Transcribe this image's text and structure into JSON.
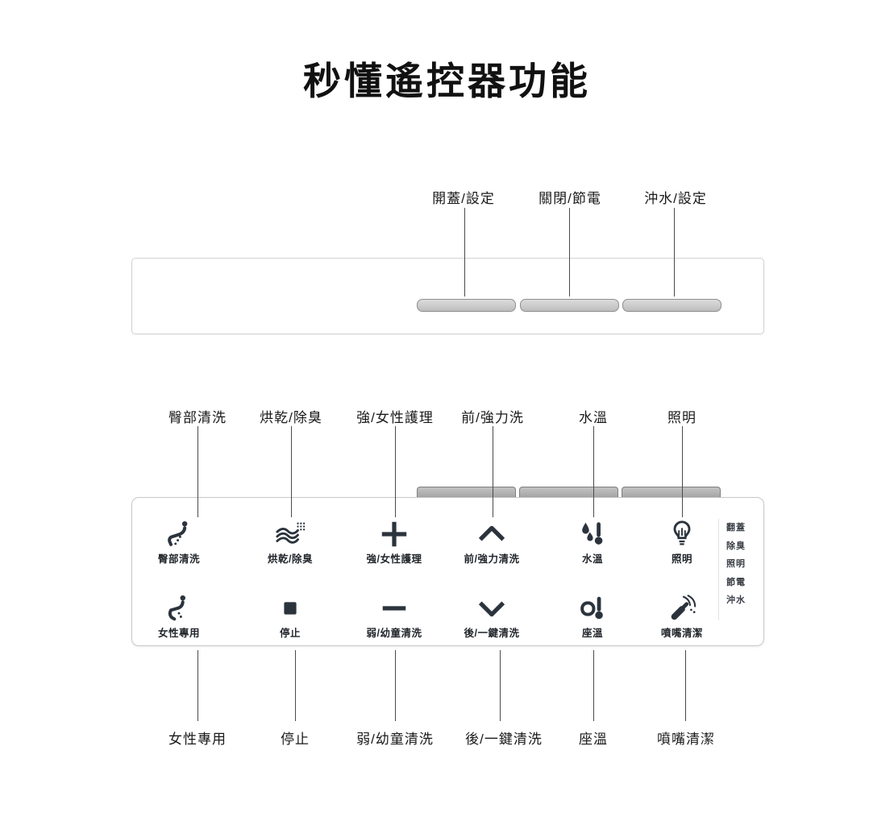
{
  "page": {
    "title": "秒懂遙控器功能"
  },
  "top_callouts": [
    {
      "label": "開蓋/設定"
    },
    {
      "label": "關閉/節電"
    },
    {
      "label": "沖水/設定"
    }
  ],
  "middle_callouts": [
    {
      "label": "臀部清洗"
    },
    {
      "label": "烘乾/除臭"
    },
    {
      "label": "強/女性護理"
    },
    {
      "label": "前/強力洗"
    },
    {
      "label": "水溫"
    },
    {
      "label": "照明"
    }
  ],
  "bottom_callouts": [
    {
      "label": "女性專用"
    },
    {
      "label": "停止"
    },
    {
      "label": "弱/幼童清洗"
    },
    {
      "label": "後/一鍵清洗"
    },
    {
      "label": "座溫"
    },
    {
      "label": "噴嘴清潔"
    }
  ],
  "remote_face": {
    "row1": [
      {
        "icon": "rear-wash-icon",
        "label": "臀部清洗"
      },
      {
        "icon": "dry-deodorize-icon",
        "label": "烘乾/除臭"
      },
      {
        "icon": "plus-icon",
        "label": "強/女性護理"
      },
      {
        "icon": "chevron-up-icon",
        "label": "前/強力清洗"
      },
      {
        "icon": "water-temp-icon",
        "label": "水溫"
      },
      {
        "icon": "light-icon",
        "label": "照明"
      }
    ],
    "row2": [
      {
        "icon": "feminine-wash-icon",
        "label": "女性專用"
      },
      {
        "icon": "stop-icon",
        "label": "停止"
      },
      {
        "icon": "minus-icon",
        "label": "弱/幼童清洗"
      },
      {
        "icon": "chevron-down-icon",
        "label": "後/一鍵清洗"
      },
      {
        "icon": "seat-temp-icon",
        "label": "座溫"
      },
      {
        "icon": "nozzle-clean-icon",
        "label": "噴嘴清潔"
      }
    ],
    "side_labels": [
      "翻蓋",
      "除臭",
      "照明",
      "節電",
      "沖水"
    ]
  },
  "colors": {
    "icon": "#2b333d",
    "line": "#4a4a4a",
    "button_fill": "#c7c7c7",
    "button_border": "#8f8f8f",
    "remote_border": "#c9c9c9"
  }
}
